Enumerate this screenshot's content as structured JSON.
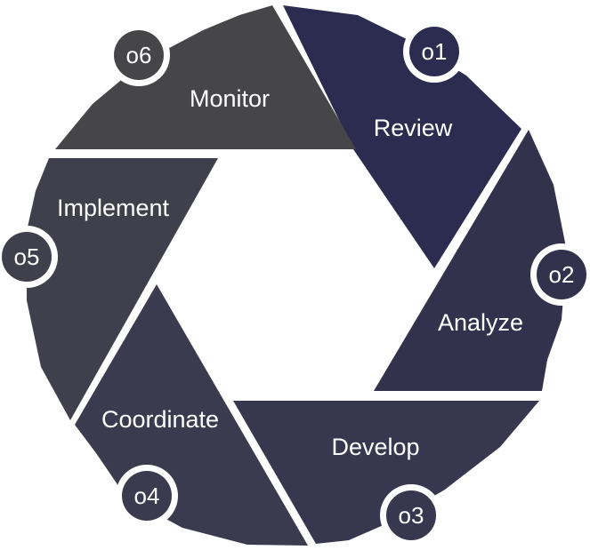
{
  "diagram": {
    "segments": [
      {
        "number": "o1",
        "label": "Review",
        "color": "#2b2c50"
      },
      {
        "number": "o2",
        "label": "Analyze",
        "color": "#32324d"
      },
      {
        "number": "o3",
        "label": "Develop",
        "color": "#37374f"
      },
      {
        "number": "o4",
        "label": "Coordinate",
        "color": "#3b3b4f"
      },
      {
        "number": "o5",
        "label": "Implement",
        "color": "#40404d"
      },
      {
        "number": "o6",
        "label": "Monitor",
        "color": "#464649"
      }
    ]
  }
}
